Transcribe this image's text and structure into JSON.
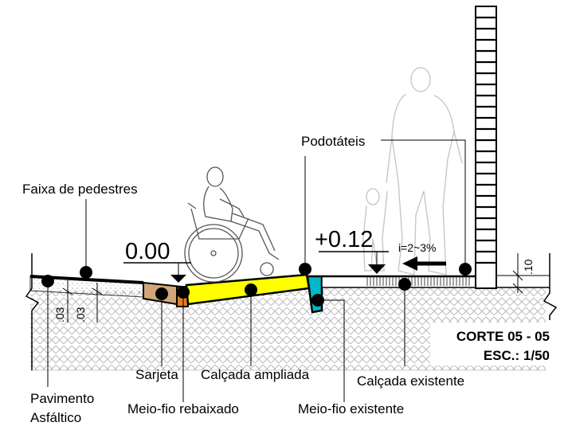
{
  "labels": {
    "faixa_pedestres": "Faixa de pedestres",
    "podotateis": "Podotáteis",
    "sarjeta": "Sarjeta",
    "calcada_ampliada": "Calçada ampliada",
    "calcada_existente": "Calçada existente",
    "pavimento_line1": "Pavimento",
    "pavimento_line2": "Asfáltico",
    "meio_fio_rebaixado": "Meio-fio rebaixado",
    "meio_fio_existente": "Meio-fio existente"
  },
  "levels": {
    "left": "0.00",
    "right": "+0.12"
  },
  "slope": "i=2~3%",
  "dimensions": {
    "d1": ".03",
    "d2": ".03",
    "d3": ".10"
  },
  "title": {
    "line1": "CORTE 05 - 05",
    "line2": "ESC.: 1/50"
  },
  "colors": {
    "ramp": "#ffff00",
    "gutter": "#d2a679",
    "curb_existing": "#00b8c8",
    "curb_lowered": "#e87d1e",
    "wall": "#000000"
  }
}
